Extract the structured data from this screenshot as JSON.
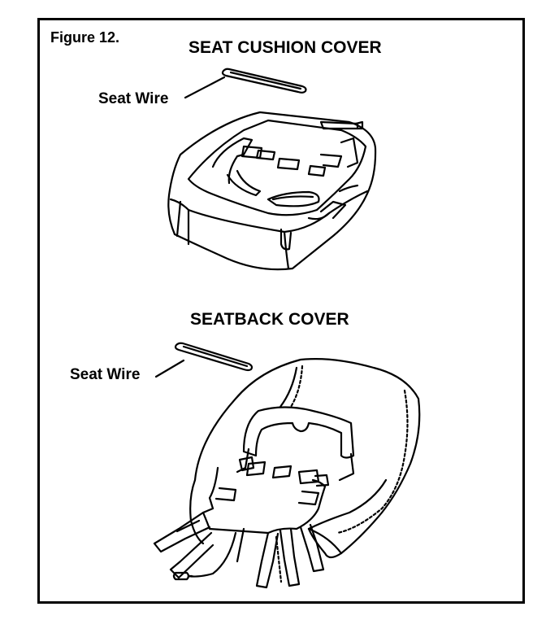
{
  "figure_label": "Figure 12.",
  "cushion": {
    "title": "SEAT CUSHION COVER",
    "wire_label": "Seat Wire"
  },
  "seatback": {
    "title": "SEATBACK COVER",
    "wire_label": "Seat Wire"
  },
  "colors": {
    "ink": "#000000",
    "paper": "#ffffff"
  }
}
